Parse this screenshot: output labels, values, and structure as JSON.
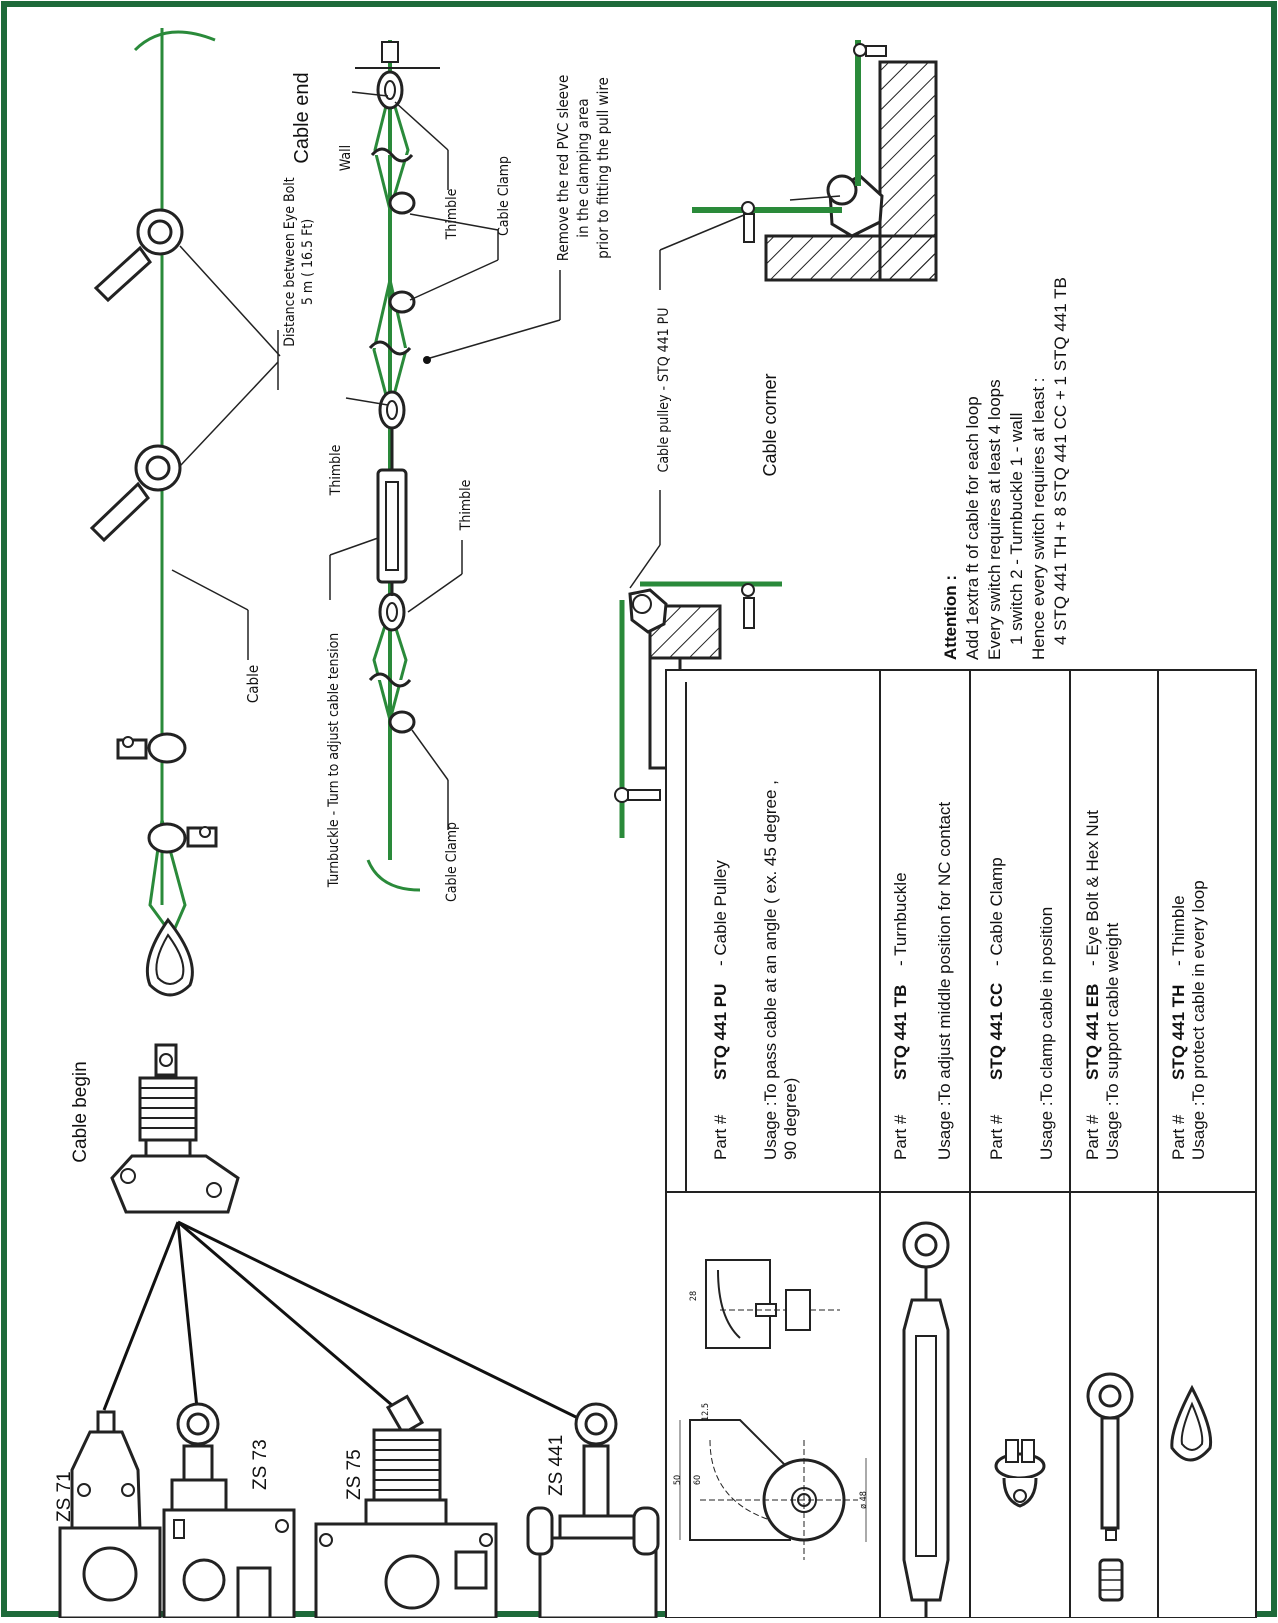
{
  "labels": {
    "cable_end": "Cable end",
    "cable_begin": "Cable begin",
    "cable": "Cable",
    "distance_line1": "Distance between Eye Bolt",
    "distance_line2": "5 m ( 16.5 Ft)",
    "wall": "Wall",
    "thimble": "Thimble",
    "cable_clamp_upper": "Cable Clamp",
    "cable_clamp_lower": "Cable Clamp",
    "turnbuckle_note": "Turnbuckle - Turn to adjust cable tension",
    "pvc_line1": "Remove the red PVC sleeve",
    "pvc_line2": "in the clamping area",
    "pvc_line3": "prior to fitting the pull wire",
    "cable_pulley": "Cable pulley - STQ 441 PU",
    "cable_corner": "Cable corner"
  },
  "attention": {
    "title": "Attention :",
    "lines": [
      "Add 1extra ft of cable for each loop",
      "Every switch requires at least 4 loops",
      "1  switch       2 - Turnbuckle       1 - wall",
      "Hence every switch requires at least :",
      "4 STQ 441 TH + 8 STQ 441 CC + 1 STQ 441 TB"
    ]
  },
  "switches": [
    "ZS 71",
    "ZS 73",
    "ZS 75",
    "ZS 441"
  ],
  "dims": [
    "50",
    "60",
    "ø 48",
    "12.5",
    "28"
  ],
  "parts": [
    {
      "part_label": "Part #",
      "code": "STQ 441 PU",
      "name": "- Cable Pulley",
      "usage_l1": "Usage :To pass cable at an angle ( ex. 45 degree ,",
      "usage_l2": "90 degree)"
    },
    {
      "part_label": "Part #",
      "code": "STQ 441 TB",
      "name": "- Turnbuckle",
      "usage_l1": "Usage :To adjust middle position for NC contact",
      "usage_l2": ""
    },
    {
      "part_label": "Part #",
      "code": "STQ 441 CC",
      "name": "- Cable Clamp",
      "usage_l1": "Usage :To clamp cable in position",
      "usage_l2": ""
    },
    {
      "part_label": "Part #",
      "code": "STQ 441 EB",
      "name": "- Eye Bolt & Hex Nut",
      "usage_l1": "Usage :To support cable weight",
      "usage_l2": ""
    },
    {
      "part_label": "Part #",
      "code": "STQ 441 TH",
      "name": "- Thimble",
      "usage_l1": "Usage :To protect cable in every loop",
      "usage_l2": ""
    }
  ],
  "colors": {
    "border": "#1e6a3a",
    "cable": "#2a8a3a",
    "ink": "#111111"
  }
}
